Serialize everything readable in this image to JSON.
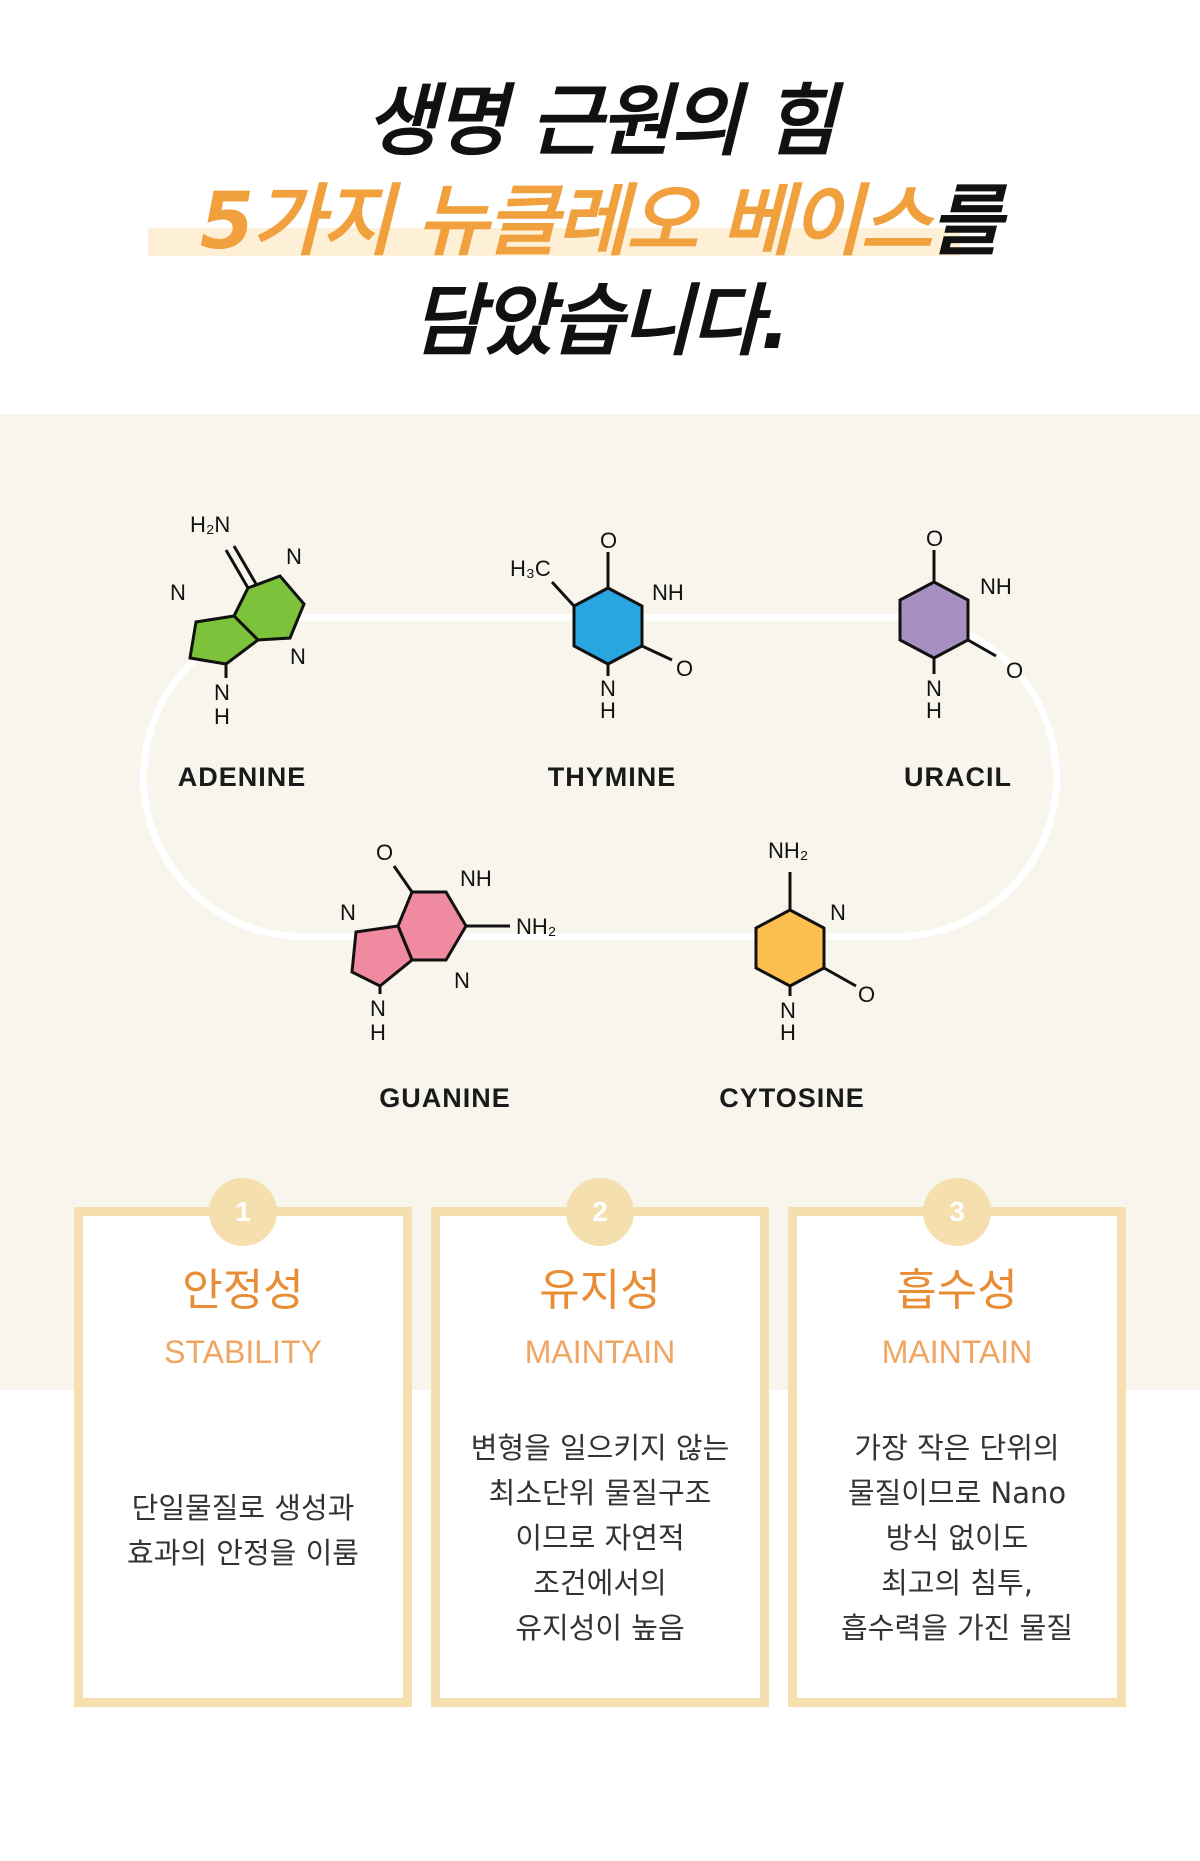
{
  "headline": {
    "line1": "생명 근원의 힘",
    "line2_highlight": "5가지 뉴클레오 베이스",
    "line2_suffix": "를",
    "line3": "담았습니다."
  },
  "molecules": [
    {
      "name": "ADENINE",
      "color": "#7dc23b",
      "atoms": {
        "a1": "H₂N",
        "a2": "N",
        "a3": "N",
        "a4": "N",
        "a5": "N",
        "a6": "H"
      }
    },
    {
      "name": "THYMINE",
      "color": "#29a6e0",
      "atoms": {
        "a1": "O",
        "a2": "H₃C",
        "a3": "NH",
        "a4": "O",
        "a5": "N",
        "a6": "H"
      }
    },
    {
      "name": "URACIL",
      "color": "#a78fbf",
      "atoms": {
        "a1": "O",
        "a2": "NH",
        "a3": "O",
        "a4": "N",
        "a5": "H"
      }
    },
    {
      "name": "GUANINE",
      "color": "#f08aa0",
      "atoms": {
        "a1": "O",
        "a2": "NH",
        "a3": "N",
        "a4": "NH₂",
        "a5": "N",
        "a6": "N",
        "a7": "H"
      }
    },
    {
      "name": "CYTOSINE",
      "color": "#fcbf4f",
      "atoms": {
        "a1": "NH₂",
        "a2": "N",
        "a3": "O",
        "a4": "N",
        "a5": "H"
      }
    }
  ],
  "cards": [
    {
      "number": "1",
      "title": "안정성",
      "subtitle": "STABILITY",
      "lines": [
        "단일물질로 생성과",
        "효과의 안정을 이룸"
      ]
    },
    {
      "number": "2",
      "title": "유지성",
      "subtitle": "MAINTAIN",
      "lines": [
        "변형을 일으키지 않는",
        "최소단위 물질구조",
        "이므로 자연적",
        "조건에서의",
        "유지성이 높음"
      ]
    },
    {
      "number": "3",
      "title": "흡수성",
      "subtitle": "MAINTAIN",
      "lines": [
        "가장 작은 단위의",
        "물질이므로 Nano",
        "방식 없이도",
        "최고의 침투,",
        "흡수력을 가진 물질"
      ]
    }
  ],
  "colors": {
    "accent": "#f0a13e",
    "card_border": "#f6dfae",
    "panel": "#f7f5ec"
  }
}
